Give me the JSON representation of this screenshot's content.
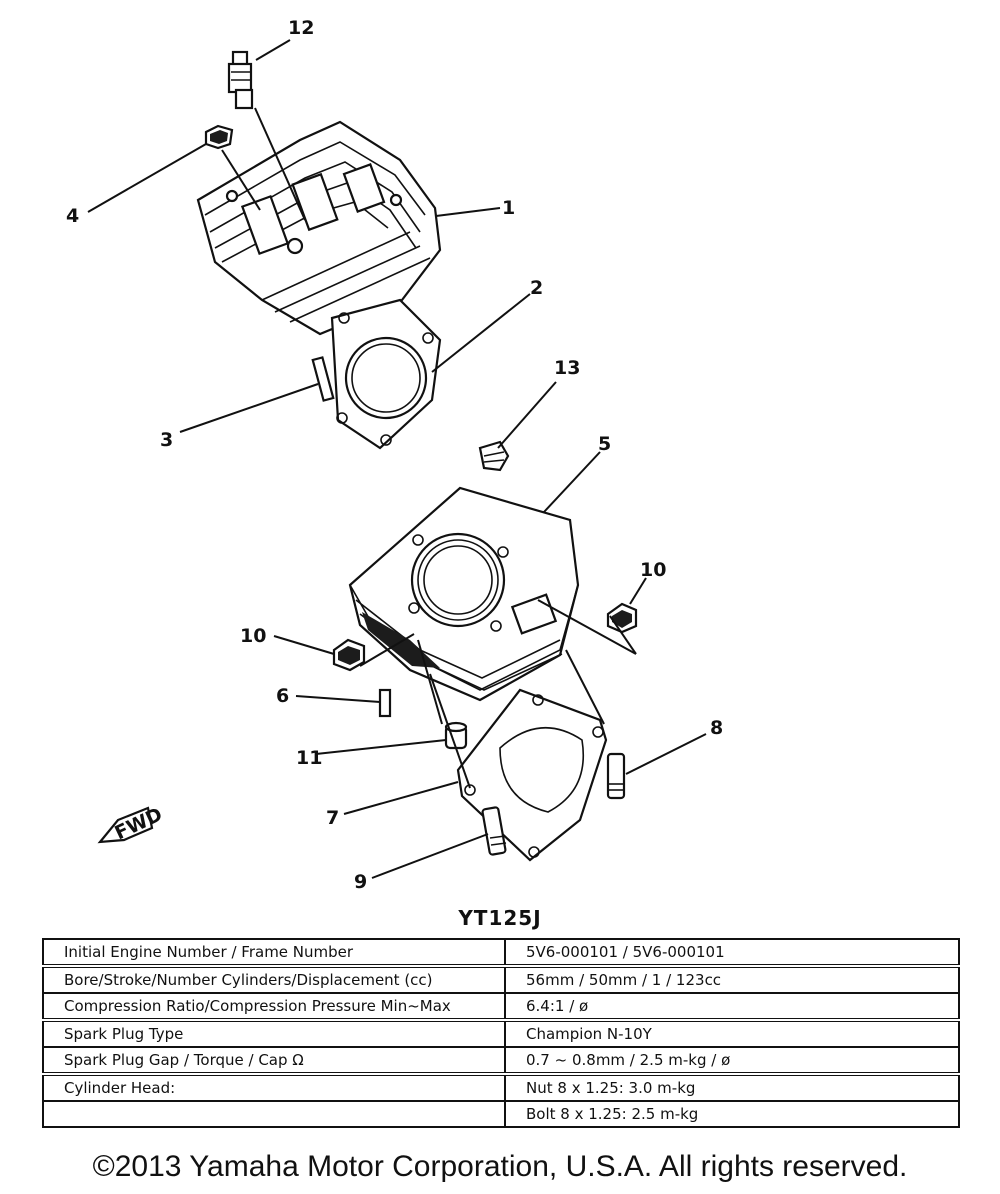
{
  "callouts": {
    "c1": "1",
    "c2": "2",
    "c3": "3",
    "c4": "4",
    "c5": "5",
    "c6": "6",
    "c7": "7",
    "c8": "8",
    "c9": "9",
    "c10a": "10",
    "c10b": "10",
    "c11": "11",
    "c12": "12",
    "c13": "13"
  },
  "fwd_label": "FWD",
  "model_title": "YT125J",
  "specs": [
    {
      "label": "Initial Engine Number / Frame Number",
      "value": "5V6-000101 / 5V6-000101"
    },
    {
      "label": "Bore/Stroke/Number Cylinders/Displacement (cc)",
      "value": "56mm / 50mm / 1 / 123cc"
    },
    {
      "label": "Compression Ratio/Compression Pressure Min~Max",
      "value": "6.4:1 / ø"
    },
    {
      "label": "Spark Plug Type",
      "value": "Champion N-10Y"
    },
    {
      "label": "Spark Plug Gap / Torque / Cap Ω",
      "value": "0.7 ~ 0.8mm / 2.5 m-kg / ø"
    },
    {
      "label": "Cylinder Head:",
      "value": "Nut   8 x 1.25: 3.0 m-kg"
    },
    {
      "label": "",
      "value": "Bolt   8 x 1.25: 2.5 m-kg"
    }
  ],
  "copyright": "©2013 Yamaha Motor Corporation, U.S.A. All rights reserved."
}
